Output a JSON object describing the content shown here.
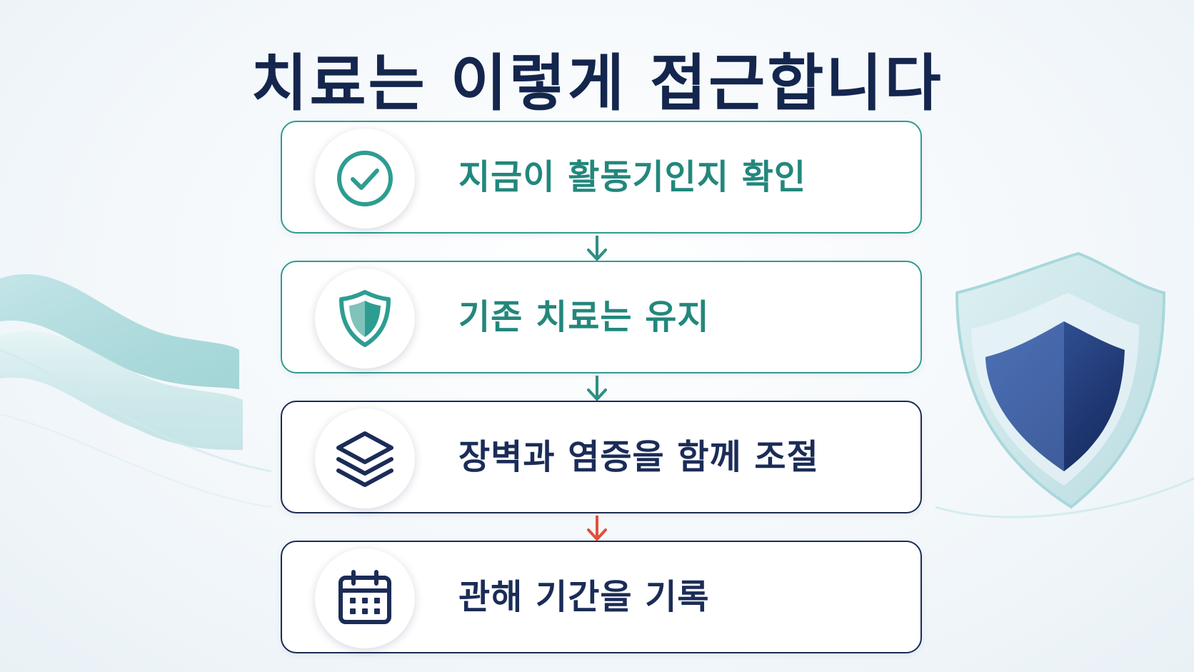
{
  "title": "치료는 이렇게 접근합니다",
  "steps": [
    {
      "label": "지금이 활동기인지 확인",
      "icon": "check-circle-icon"
    },
    {
      "label": "기존 치료는 유지",
      "icon": "shield-icon"
    },
    {
      "label": "장벽과 염증을 함께 조절",
      "icon": "layers-icon"
    },
    {
      "label": "관해 기간을 기록",
      "icon": "calendar-icon"
    }
  ],
  "colors": {
    "title": "#14264d",
    "teal": "#2e9d91",
    "navy": "#1b2c57",
    "arrow_teal": "#2e8f84",
    "arrow_red": "#e2503c"
  }
}
